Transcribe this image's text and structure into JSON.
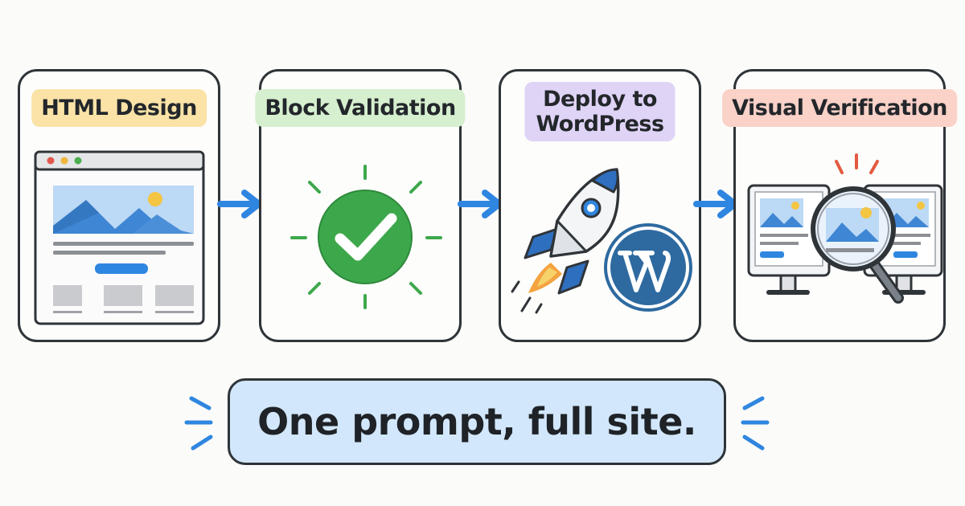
{
  "steps": [
    {
      "title": "HTML Design"
    },
    {
      "title": "Block Validation"
    },
    {
      "title_lines": [
        "Deploy to",
        "WordPress"
      ]
    },
    {
      "title": "Visual Verification"
    }
  ],
  "tagline": "One prompt, full site.",
  "colors": {
    "outline": "#2f3438",
    "arrow_blue": "#2f86e0",
    "check_green": "#3da84b",
    "wordpress_blue": "#2e6aa0",
    "title_yellow": "#fbe3a7",
    "title_green": "#d6efcf",
    "title_purple": "#dfd3f6",
    "title_red": "#fad2c8",
    "banner_blue": "#d2e7fb"
  },
  "icons": [
    "browser-window-icon",
    "checkmark-badge-icon",
    "rocket-icon",
    "wordpress-logo-icon",
    "magnifier-icon",
    "monitor-icon",
    "arrow-right-icon"
  ]
}
